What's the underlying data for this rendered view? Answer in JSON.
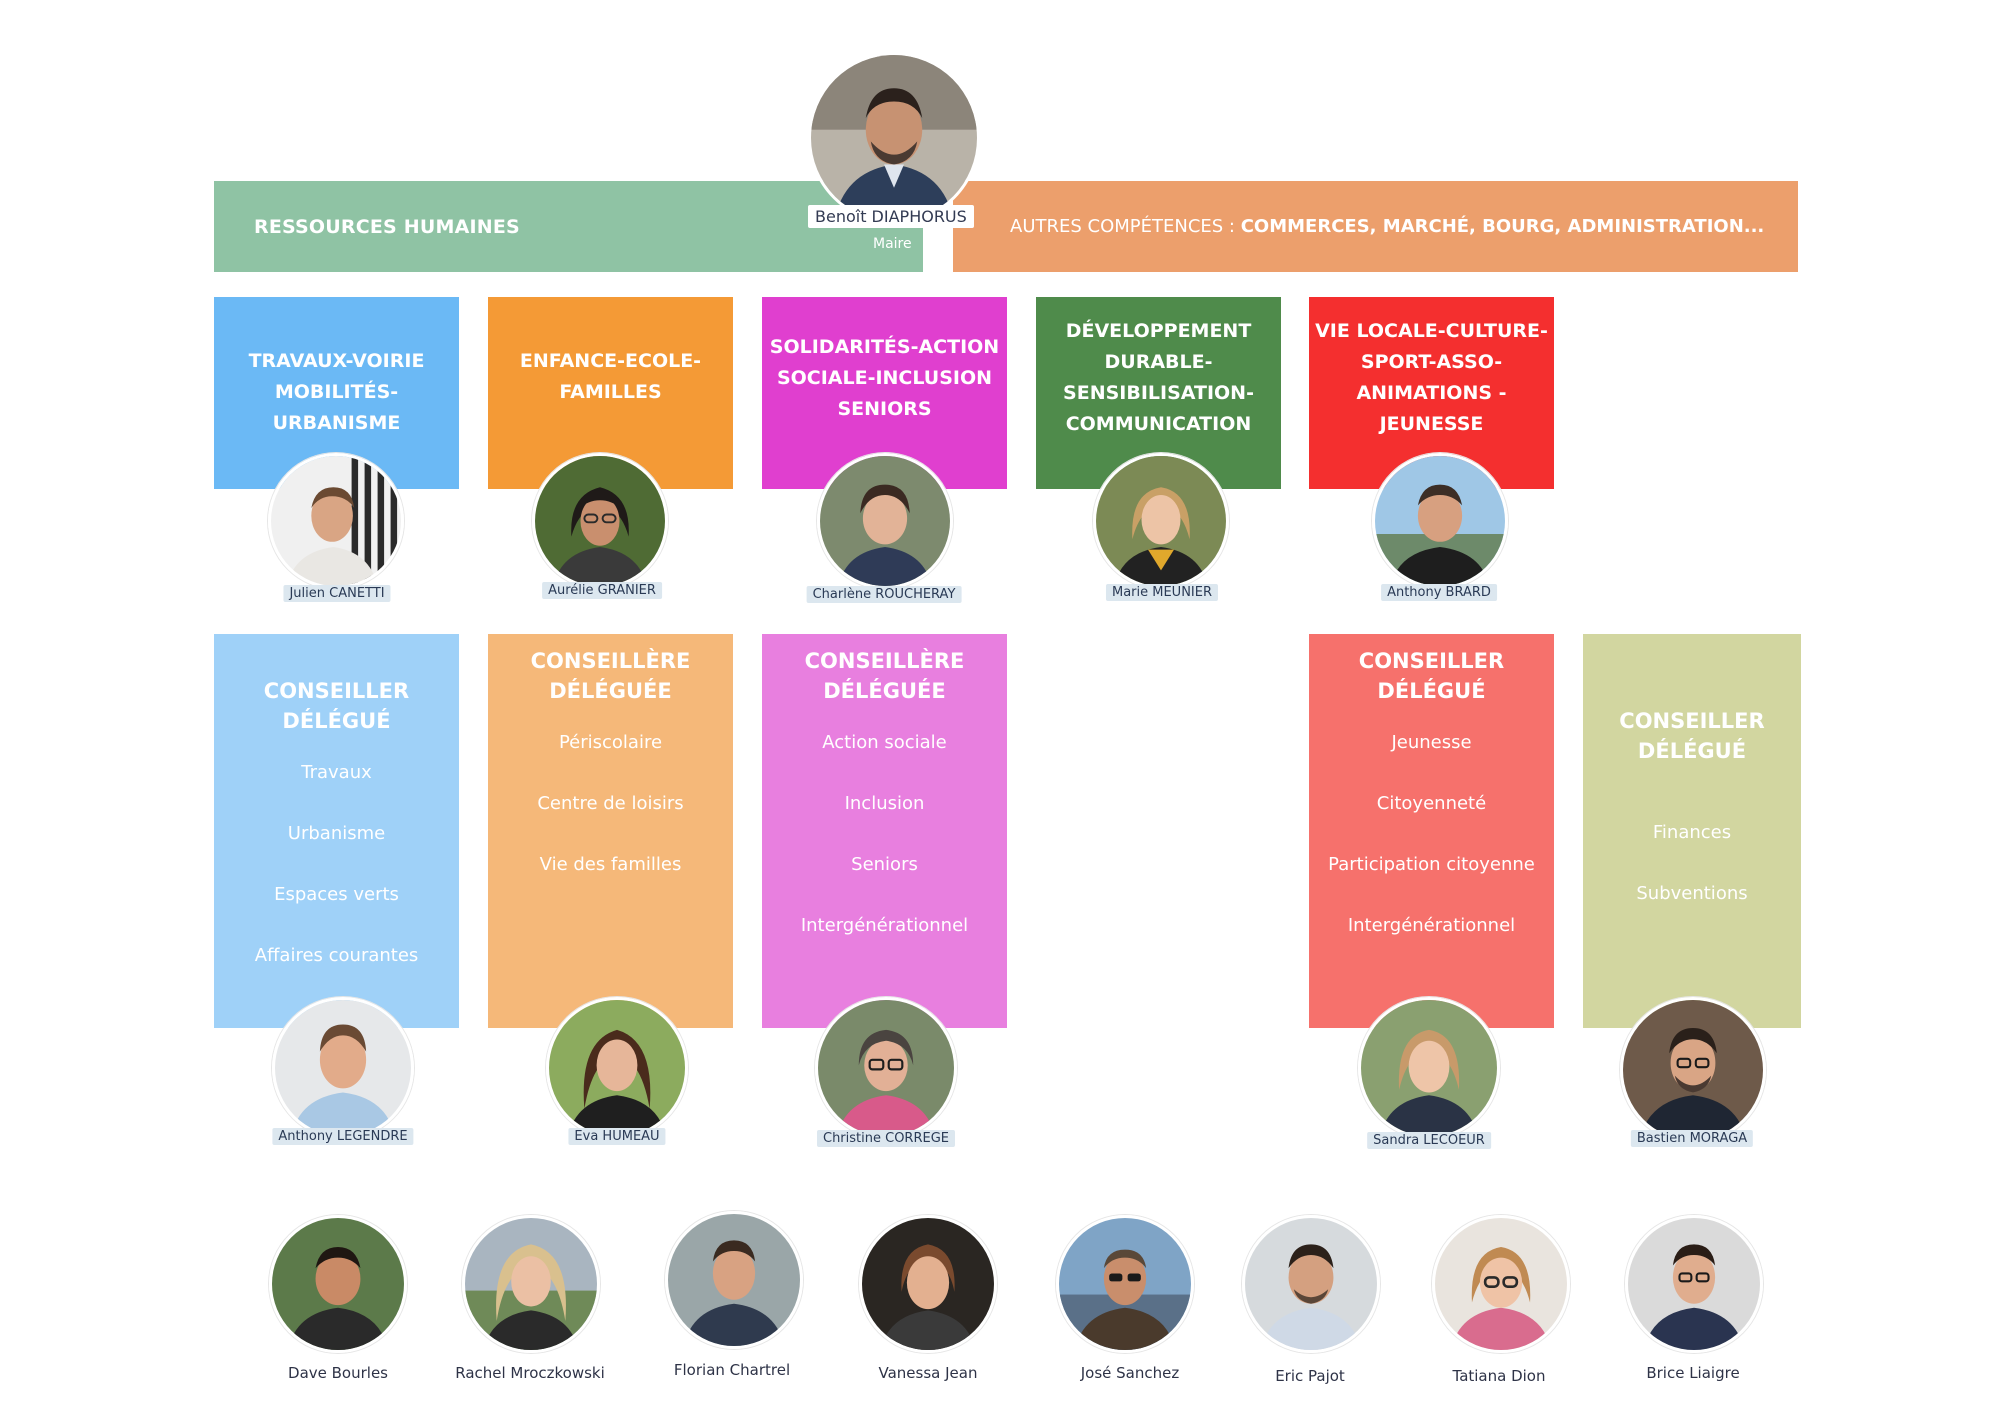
{
  "mayor": {
    "name": "Benoît DIAPHORUS",
    "role": "Maire"
  },
  "bands": {
    "left": "RESSOURCES HUMAINES",
    "right_prefix": "AUTRES COMPÉTENCES : ",
    "right_strong": "COMMERCES, MARCHÉ, BOURG, ADMINISTRATION..."
  },
  "adjoints": [
    {
      "title": "TRAVAUX-VOIRIE\nMOBILITÉS-URBANISME",
      "name": "Julien CANETTI",
      "color": "#6bb9f5"
    },
    {
      "title": "ENFANCE-ECOLE-\nFAMILLES",
      "name": "Aurélie GRANIER",
      "color": "#f49a36"
    },
    {
      "title": "SOLIDARITÉS-ACTION\nSOCIALE-INCLUSION\nSENIORS",
      "name": "Charlène ROUCHERAY",
      "color": "#e03fcf"
    },
    {
      "title": "DÉVELOPPEMENT\nDURABLE-\nSENSIBILISATION-\nCOMMUNICATION",
      "name": "Marie MEUNIER",
      "color": "#4f8b4b"
    },
    {
      "title": "VIE LOCALE-CULTURE-\nSPORT-ASSO-\nANIMATIONS -\nJEUNESSE",
      "name": "Anthony BRARD",
      "color": "#f42f2f"
    }
  ],
  "delegates": [
    {
      "title": "CONSEILLER\nDÉLÉGUÉ",
      "items": [
        "Travaux",
        "Urbanisme",
        "Espaces verts",
        "Affaires courantes"
      ],
      "name": "Anthony LEGENDRE",
      "color": "#9fd1f8"
    },
    {
      "title": "CONSEILLÈRE\nDÉLÉGUÉE",
      "items": [
        "Périscolaire",
        "Centre de loisirs",
        "Vie des familles"
      ],
      "name": "Eva HUMEAU",
      "color": "#f5b879"
    },
    {
      "title": "CONSEILLÈRE\nDÉLÉGUÉE",
      "items": [
        "Action sociale",
        "Inclusion",
        "Seniors",
        "Intergénérationnel"
      ],
      "name": "Christine CORREGE",
      "color": "#e87fdf"
    },
    {
      "title": "CONSEILLER\nDÉLÉGUÉ",
      "items": [
        "Jeunesse",
        "Citoyenneté",
        "Participation citoyenne",
        "Intergénérationnel"
      ],
      "name": "Sandra LECOEUR",
      "color": "#f6716c"
    },
    {
      "title": "CONSEILLER\nDÉLÉGUÉ",
      "items": [
        "Finances",
        "Subventions"
      ],
      "name": "Bastien MORAGA",
      "color": "#d2d6a0"
    }
  ],
  "members": [
    "Dave Bourles",
    "Rachel Mroczkowski",
    "Florian Chartrel",
    "Vanessa Jean",
    "José Sanchez",
    "Eric Pajot",
    "Tatiana Dion",
    "Brice Liaigre"
  ]
}
